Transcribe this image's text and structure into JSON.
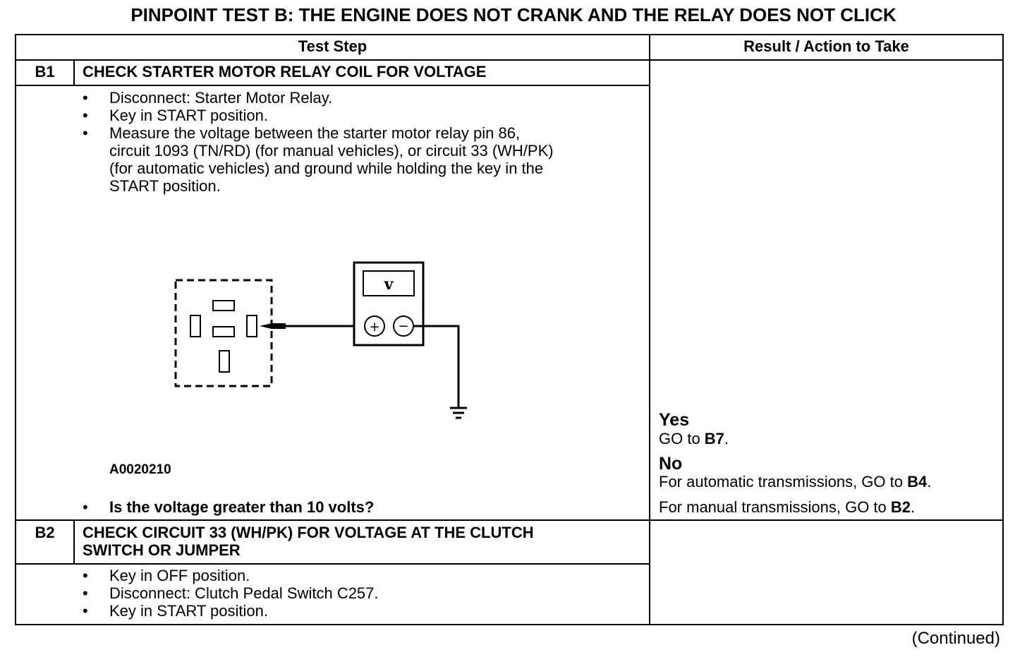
{
  "title": "PINPOINT TEST  B: THE ENGINE DOES NOT CRANK AND THE RELAY DOES NOT CLICK",
  "header": {
    "test_step": "Test Step",
    "result": "Result / Action to Take"
  },
  "b1": {
    "id": "B1",
    "heading": "CHECK STARTER MOTOR RELAY COIL FOR VOLTAGE",
    "bullets": [
      "Disconnect: Starter Motor Relay.",
      "Key in START position.",
      "Measure the voltage between the starter motor relay pin 86, circuit 1093 (TN/RD) (for manual vehicles), or circuit 33 (WH/PK) (for automatic vehicles) and ground while holding the key in the START position."
    ],
    "measure_lines": [
      "Measure the voltage between the starter motor relay pin 86,",
      "circuit 1093 (TN/RD) (for manual vehicles), or circuit 33 (WH/PK)",
      "(for automatic vehicles) and ground while holding the key in the",
      "START position."
    ],
    "figure_id": "A0020210",
    "meter_label": "v",
    "meter_plus": "+",
    "meter_minus": "−",
    "question": "Is the voltage greater than 10 volts?",
    "yes_label": "Yes",
    "yes_action_prefix": "GO to ",
    "yes_action_target": "B7",
    "yes_action_suffix": ".",
    "no_label": "No",
    "no_auto_prefix": "For automatic transmissions, GO to ",
    "no_auto_target": "B4",
    "no_auto_suffix": ".",
    "no_manual_prefix": "For manual transmissions, GO to ",
    "no_manual_target": "B2",
    "no_manual_suffix": "."
  },
  "b2": {
    "id": "B2",
    "heading_line1": "CHECK CIRCUIT 33 (WH/PK) FOR VOLTAGE AT THE CLUTCH",
    "heading_line2": "SWITCH OR JUMPER",
    "bullets": [
      "Key in OFF position.",
      "Disconnect: Clutch Pedal Switch C257.",
      "Key in START position."
    ]
  },
  "bullet_char": "•",
  "footer": "(Continued)"
}
